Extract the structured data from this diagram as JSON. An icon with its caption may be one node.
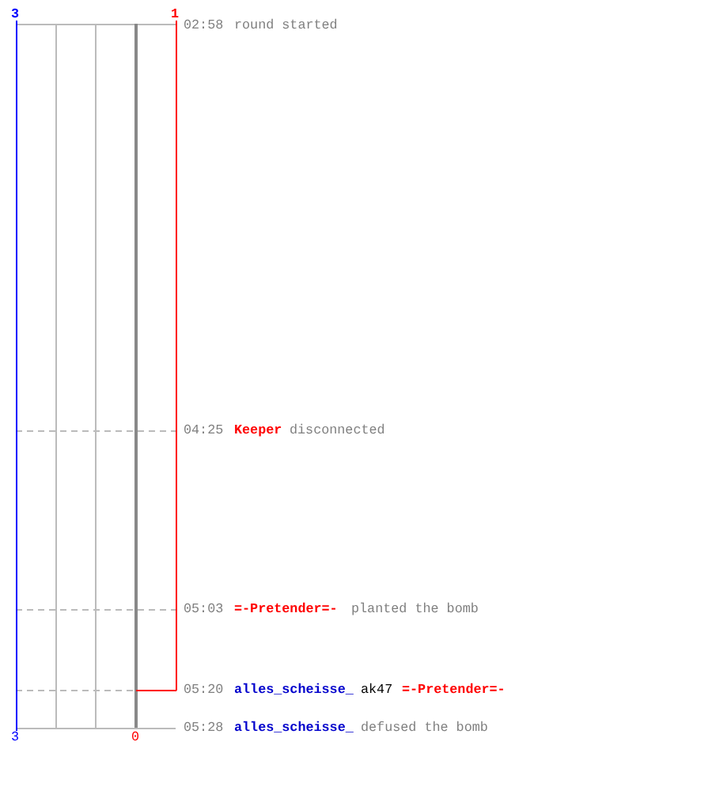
{
  "diagram": {
    "labels": [
      "3",
      "1",
      "02:58",
      "round started",
      "04:25",
      "Keeper",
      "disconnected",
      "05:03",
      "=-Pretender=-",
      "planted the bomb",
      "05:20",
      "alles_scheisse_",
      "ak47",
      "=-Pretender=-",
      "05:28",
      "alles_scheisse_",
      "defused the bomb",
      "3",
      "0"
    ]
  }
}
